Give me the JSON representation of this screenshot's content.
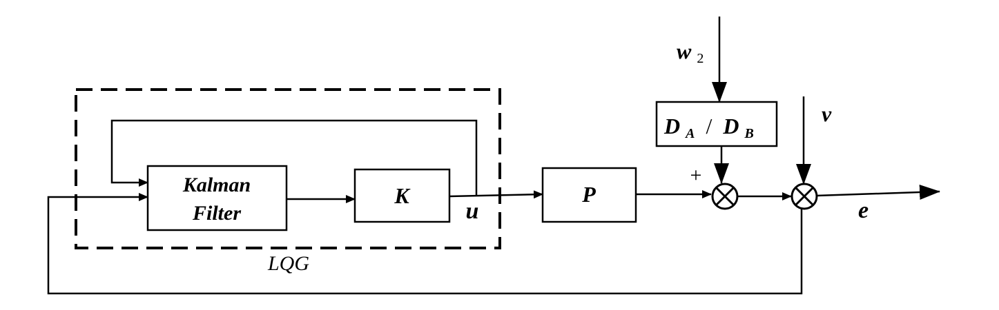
{
  "diagram": {
    "blocks": {
      "kalman_line1": "Kalman",
      "kalman_line2": "Filter",
      "gain": "K",
      "plant": "P",
      "disturbance": {
        "left": "D",
        "left_sub": "A",
        "slash": "/",
        "right": "D",
        "right_sub": "B"
      }
    },
    "signals": {
      "control": "u",
      "error": "e",
      "noise": "v",
      "disturbance_input": "w",
      "disturbance_input_sub": "2",
      "plus_sign": "+"
    },
    "controller_label": "LQG"
  }
}
